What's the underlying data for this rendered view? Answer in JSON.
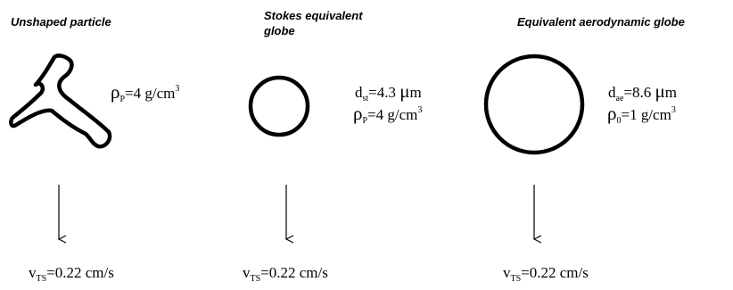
{
  "columns": [
    {
      "heading": "Unshaped particle",
      "lines": [
        {
          "symbol": "ρ",
          "sub": "P",
          "text": "=4 g/cm",
          "sup": "3"
        }
      ],
      "velocity": {
        "symbol": "v",
        "sub": "TS",
        "text": "=0.22 cm/s"
      }
    },
    {
      "heading_line1": "Stokes equivalent",
      "heading_line2": "globe",
      "lines": [
        {
          "symbol": "d",
          "sub": "st",
          "text_a": "=4.3 ",
          "mu": "μ",
          "text_b": "m"
        },
        {
          "symbol": "ρ",
          "sub": "P",
          "text": "=4 g/cm",
          "sup": "3"
        }
      ],
      "velocity": {
        "symbol": "v",
        "sub": "TS",
        "text": "=0.22 cm/s"
      }
    },
    {
      "heading": "Equivalent aerodynamic globe",
      "lines": [
        {
          "symbol": "d",
          "sub": "ae",
          "text_a": "=8.6 ",
          "mu": "μ",
          "text_b": "m"
        },
        {
          "symbol": "ρ",
          "sub": "0",
          "text": "=1 g/cm",
          "sup": "3"
        }
      ],
      "velocity": {
        "symbol": "v",
        "sub": "TS",
        "text": "=0.22 cm/s"
      }
    }
  ]
}
